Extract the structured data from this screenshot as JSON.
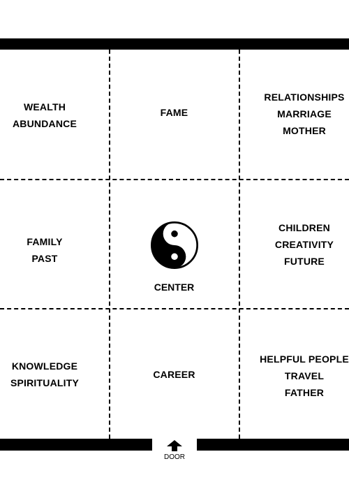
{
  "cells": {
    "wealth": [
      "WEALTH",
      "ABUNDANCE"
    ],
    "fame": [
      "FAME"
    ],
    "relationships": [
      "RELATIONSHIPS",
      "MARRIAGE",
      "MOTHER"
    ],
    "family": [
      "FAMILY",
      "PAST"
    ],
    "children": [
      "CHILDREN",
      "CREATIVITY",
      "FUTURE"
    ],
    "knowledge": [
      "KNOWLEDGE",
      "SPIRITUALITY"
    ],
    "career": [
      "CAREER"
    ],
    "helpful": [
      "HELPFUL PEOPLE",
      "TRAVEL",
      "FATHER"
    ]
  },
  "center": {
    "label": "CENTER",
    "icon": "yin-yang-icon"
  },
  "door": {
    "label": "DOOR",
    "icon": "arrow-up-icon"
  },
  "colors": {
    "ink": "#000000",
    "background": "#ffffff"
  }
}
